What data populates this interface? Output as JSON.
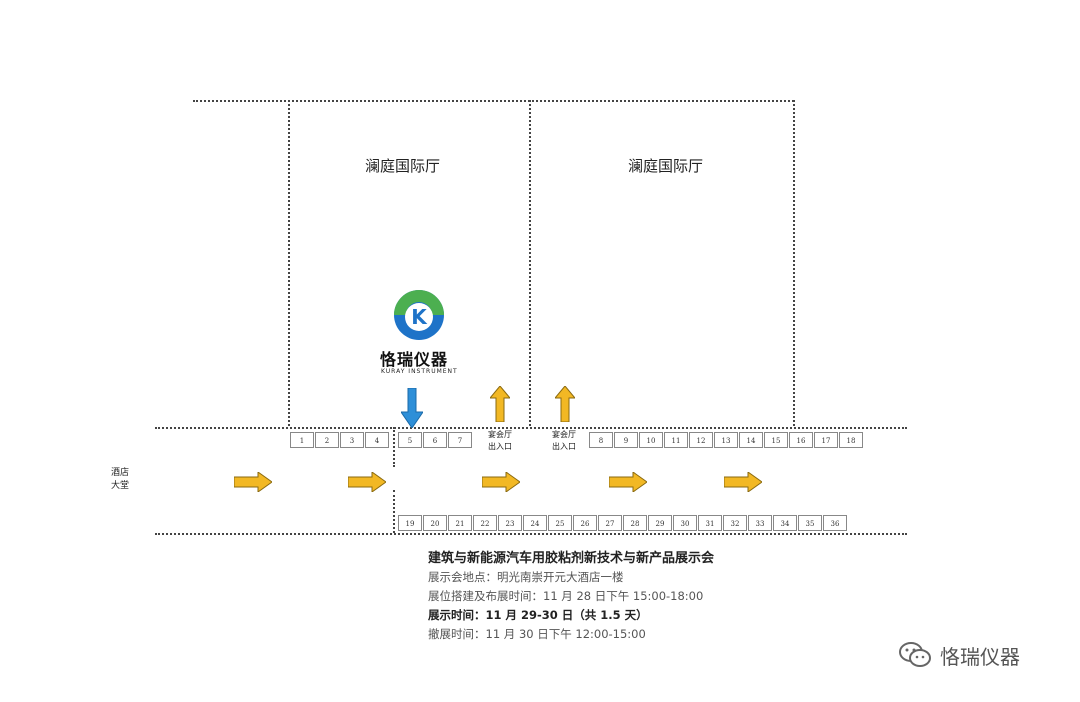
{
  "halls": [
    {
      "name": "澜庭国际厅"
    },
    {
      "name": "澜庭国际厅"
    }
  ],
  "lobby_label": [
    "酒店",
    "大堂"
  ],
  "banquet_exits": [
    {
      "line1": "宴会厅",
      "line2": "出入口"
    },
    {
      "line1": "宴会厅",
      "line2": "出入口"
    }
  ],
  "booths_top_a": [
    "1",
    "2",
    "3",
    "4"
  ],
  "booths_top_b": [
    "5",
    "6",
    "7"
  ],
  "booths_top_c": [
    "8",
    "9",
    "10",
    "11",
    "12",
    "13",
    "14",
    "15",
    "16",
    "17",
    "18"
  ],
  "booths_bottom": [
    "19",
    "20",
    "21",
    "22",
    "23",
    "24",
    "25",
    "26",
    "27",
    "28",
    "29",
    "30",
    "31",
    "32",
    "33",
    "34",
    "35",
    "36"
  ],
  "logo": {
    "name": "恪瑞仪器",
    "sub": "KURAY INSTRUMENT"
  },
  "info": {
    "title": "建筑与新能源汽车用胶粘剂新技术与新产品展示会",
    "venue": "展示会地点：明光南崇开元大酒店一楼",
    "setup": "展位搭建及布展时间：11 月 28 日下午 15:00-18:00",
    "show_time": "展示时间：11 月 29-30 日（共 1.5 天）",
    "teardown": "撤展时间：11 月 30 日下午 12:00-15:00"
  },
  "watermark": "恪瑞仪器",
  "colors": {
    "arrow_yellow": "#f2b824",
    "arrow_blue": "#2e8fd8",
    "logo_green": "#4caf50",
    "logo_blue": "#1e73c8"
  },
  "icons": {
    "wechat": "wechat-icon",
    "logo": "kuray-logo-icon"
  }
}
